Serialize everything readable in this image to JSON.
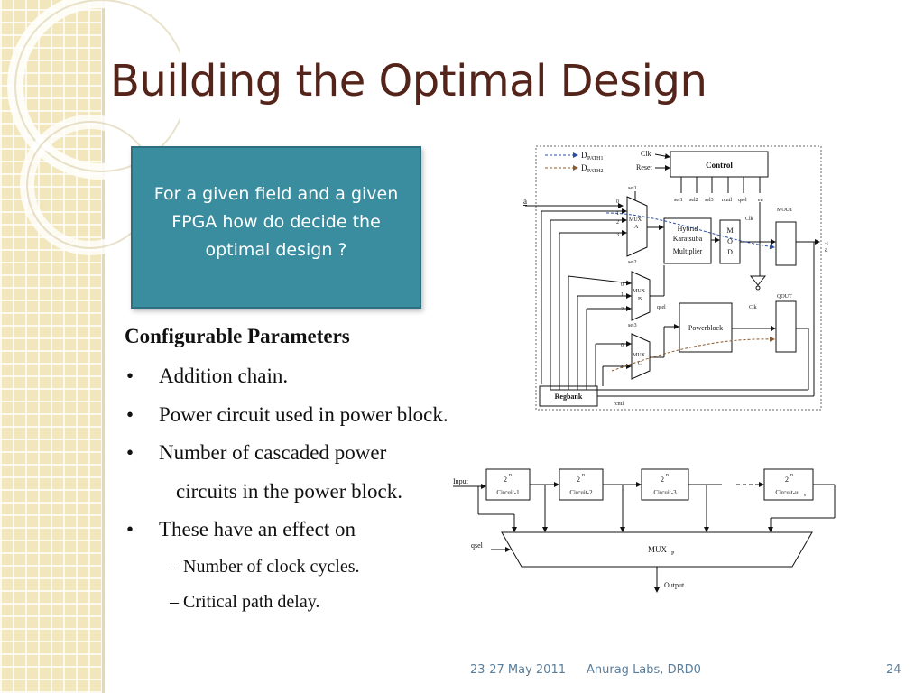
{
  "slide": {
    "title": "Building the Optimal Design",
    "callout": "For a given field and a given FPGA how do decide the optimal design ?",
    "params_heading": "Configurable Parameters",
    "bullets": [
      {
        "marker": "•",
        "text": "Addition chain."
      },
      {
        "marker": "•",
        "text": "Power circuit used in power block."
      },
      {
        "marker": "•",
        "text": "Number of cascaded power"
      },
      {
        "marker": "",
        "text": "circuits in the power block."
      },
      {
        "marker": "•",
        "text": "These have an effect on"
      }
    ],
    "subitems": [
      "– Number of clock cycles.",
      "– Critical path delay."
    ]
  },
  "datapath_diagram": {
    "legend": {
      "d": "D",
      "path1": "PATH1",
      "path2": "PATH2"
    },
    "control": "Control",
    "clk": "Clk",
    "reset": "Reset",
    "sel1": "sel1",
    "sel2": "sel2",
    "sel3": "sel3",
    "rcntl": "rcntl",
    "qsel": "qsel",
    "en": "en",
    "a": "a",
    "mux_a": [
      "MUX",
      "A"
    ],
    "mux_b": [
      "MUX",
      "B"
    ],
    "mux_c": [
      "MUX",
      "C"
    ],
    "mux_a_inputs": [
      "0",
      "1",
      "2",
      "3"
    ],
    "mux_b_inputs": [
      "0",
      "1",
      "2"
    ],
    "mux_c_inputs": [
      "0",
      "1"
    ],
    "multiplier": [
      "Hybrid",
      "Karatsuba",
      "Multiplier"
    ],
    "mod": [
      "M",
      "O",
      "D"
    ],
    "mout": "MOUT",
    "qout": "QOUT",
    "powerblock": "Powerblock",
    "regbank": "Regbank",
    "output_a": "a",
    "output_exp": "-1"
  },
  "cascade_diagram": {
    "input": "Input",
    "circuits": [
      {
        "base": "2",
        "exp": "n",
        "label": "Circuit-1"
      },
      {
        "base": "2",
        "exp": "n",
        "label": "Circuit-2"
      },
      {
        "base": "2",
        "exp": "n",
        "label": "Circuit-3"
      },
      {
        "base": "2",
        "exp": "n",
        "label": "Circuit-u",
        "sub": "s"
      }
    ],
    "qsel": "qsel",
    "mux": "MUX",
    "mux_sub": "P",
    "output": "Output"
  },
  "footer": {
    "date": "23-27 May 2011",
    "org": "Anurag Labs, DRD0",
    "page": "24"
  }
}
